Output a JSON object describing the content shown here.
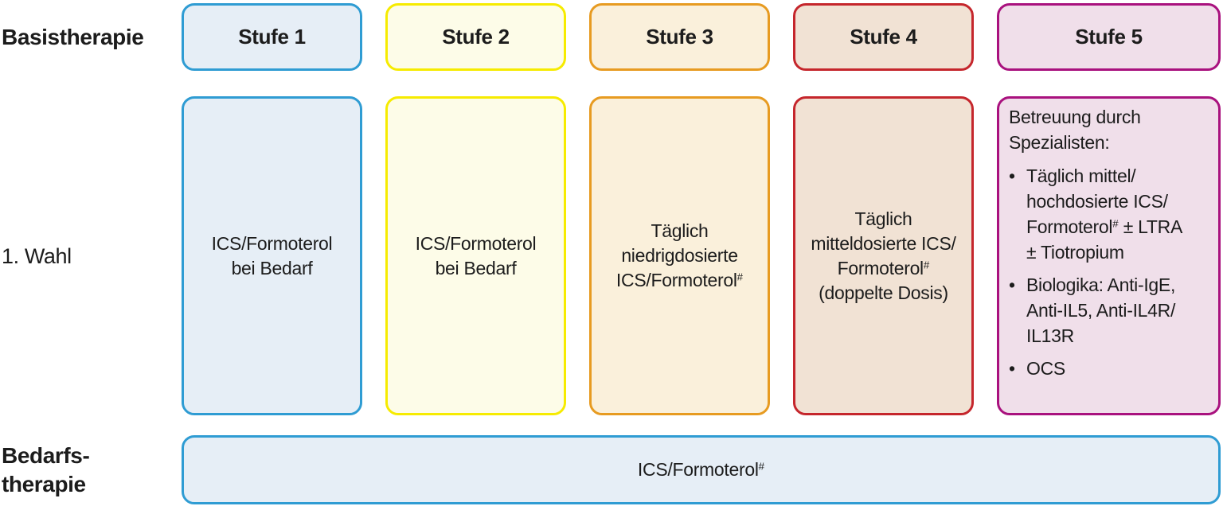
{
  "theme": {
    "background": "#ffffff",
    "text_color": "#1c1c1c",
    "bullet_glyph": "•"
  },
  "labels": {
    "basistherapie": "Basistherapie",
    "wahl": "1. Wahl",
    "bedarfs_line1": "Bedarfs-",
    "bedarfs_line2": "therapie"
  },
  "columns": [
    {
      "header": "Stufe 1",
      "fill": "#e6eef6",
      "border": "#2f9cd3",
      "body_lines": [
        [
          "ICS/Formoterol"
        ],
        [
          "bei Bedarf"
        ]
      ]
    },
    {
      "header": "Stufe 2",
      "fill": "#fdfce8",
      "border": "#f6eb00",
      "body_lines": [
        [
          "ICS/Formoterol"
        ],
        [
          "bei Bedarf"
        ]
      ]
    },
    {
      "header": "Stufe 3",
      "fill": "#faf0db",
      "border": "#e79b21",
      "body_lines": [
        [
          "Täglich"
        ],
        [
          "niedrigdosierte"
        ],
        [
          "ICS/Formoterol",
          {
            "sup": "#"
          }
        ]
      ]
    },
    {
      "header": "Stufe 4",
      "fill": "#f1e2d4",
      "border": "#c5262c",
      "body_lines": [
        [
          "Täglich"
        ],
        [
          "mitteldosierte ICS/"
        ],
        [
          "Formoterol",
          {
            "sup": "#"
          }
        ],
        [
          "(doppelte Dosis)"
        ]
      ]
    },
    {
      "header": "Stufe 5",
      "fill": "#f0dfea",
      "border": "#a9117e",
      "intro_lines": [
        [
          "Betreuung durch"
        ],
        [
          "Spezialisten:"
        ]
      ],
      "bullets": [
        {
          "lines": [
            [
              "Täglich mittel/"
            ],
            [
              "hochdosierte ICS/"
            ],
            [
              "Formoterol",
              {
                "sup": "#"
              },
              " ± LTRA"
            ],
            [
              "± Tiotropium"
            ]
          ]
        },
        {
          "lines": [
            [
              "Biologika: Anti-IgE,"
            ],
            [
              "Anti-IL5, Anti-IL4R/"
            ],
            [
              "IL13R"
            ]
          ]
        },
        {
          "lines": [
            [
              "OCS"
            ]
          ]
        }
      ]
    }
  ],
  "bedarf": {
    "fill": "#e6eef6",
    "border": "#2f9cd3",
    "lines": [
      [
        "ICS/Formoterol",
        {
          "sup": "#"
        }
      ]
    ]
  }
}
